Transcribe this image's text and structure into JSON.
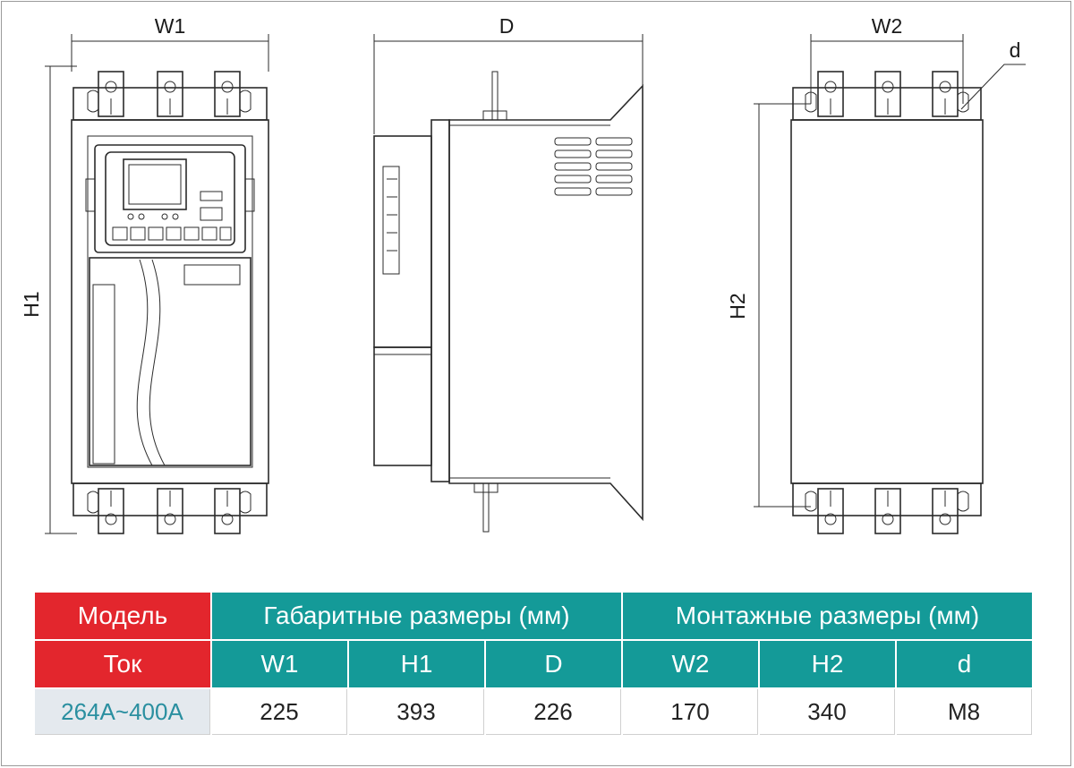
{
  "dimension_labels": {
    "w1": "W1",
    "d": "D",
    "w2": "W2",
    "h1": "H1",
    "h2": "H2",
    "hole": "d"
  },
  "table": {
    "header_model": "Модель",
    "header_overall": "Габаритные размеры (мм)",
    "header_mounting": "Монтажные размеры (мм)",
    "header_current": "Ток",
    "columns": [
      "W1",
      "H1",
      "D",
      "W2",
      "H2",
      "d"
    ],
    "rows": [
      {
        "model": "264A~400A",
        "values": [
          "225",
          "393",
          "226",
          "170",
          "340",
          "M8"
        ]
      }
    ]
  },
  "colors": {
    "red": "#e3262d",
    "teal": "#149a98",
    "model_cell": "#e4e9ee"
  }
}
